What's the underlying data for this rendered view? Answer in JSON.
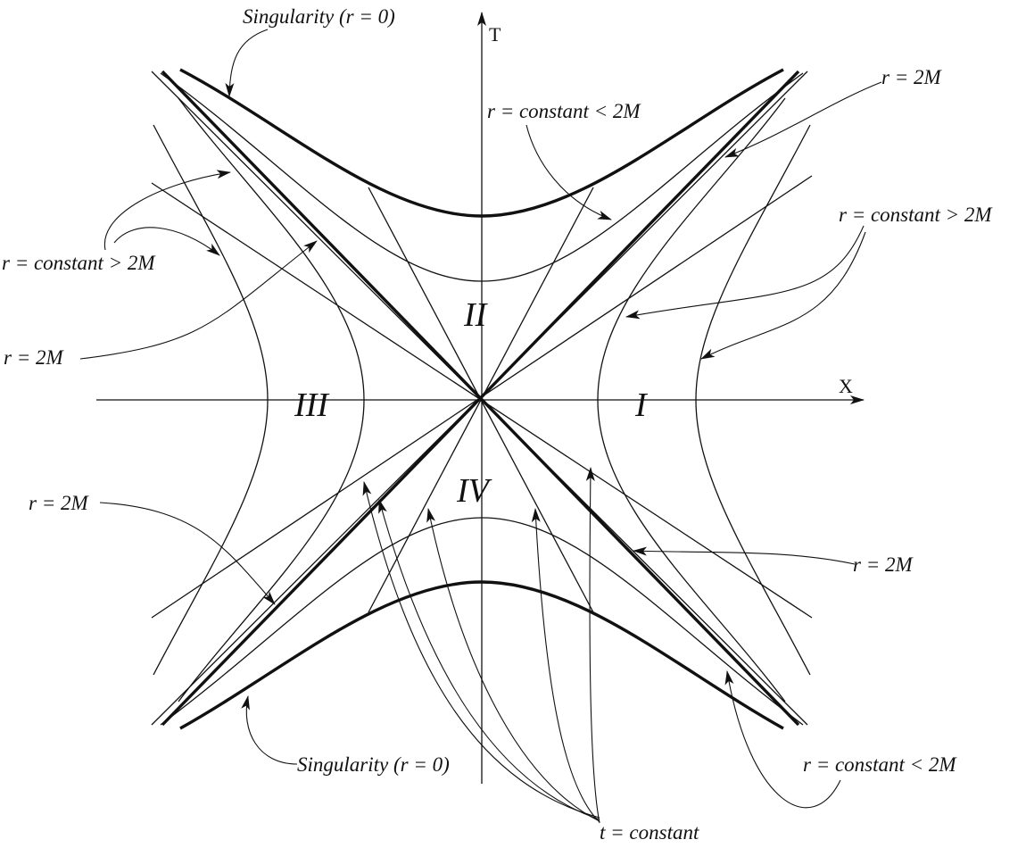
{
  "axes": {
    "t_label": "T",
    "x_label": "X"
  },
  "regions": {
    "r1": "I",
    "r2": "II",
    "r3": "III",
    "r4": "IV"
  },
  "labels": {
    "singularity_top": "Singularity (r = 0)",
    "singularity_bottom": "Singularity (r = 0)",
    "r2m_top_right": "r = 2M",
    "r2m_left": "r = 2M",
    "r2m_bottom_left": "r = 2M",
    "r2m_bottom_right": "r = 2M",
    "r_const_lt_top": "r = constant < 2M",
    "r_const_lt_bottom": "r = constant < 2M",
    "r_const_gt_left": "r = constant > 2M",
    "r_const_gt_right": "r = constant > 2M",
    "t_constant": "t = constant"
  },
  "colors": {
    "ink": "#111111",
    "background": "#ffffff"
  }
}
